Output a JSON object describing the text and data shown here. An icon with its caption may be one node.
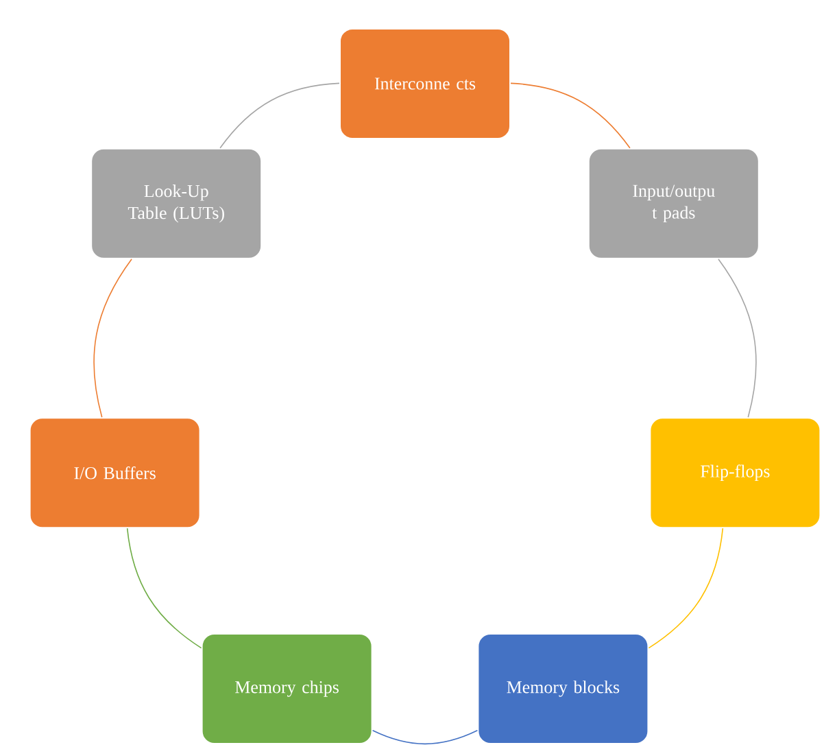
{
  "diagram": {
    "nodes": [
      {
        "text": [
          "Interconne cts"
        ]
      },
      {
        "text": [
          "Input/outpu t pads"
        ]
      },
      {
        "text": [
          "Flip-flops"
        ]
      },
      {
        "text": [
          "Memory blocks"
        ]
      },
      {
        "text": [
          "Memory chips"
        ]
      },
      {
        "text": [
          "I/O Buffers"
        ]
      },
      {
        "text": [
          "Look-Up Table (LUTs)"
        ]
      }
    ],
    "edges": [
      {
        "from": 0,
        "to": 1,
        "arrow": "none",
        "color": "#ed7d31"
      },
      {
        "from": 1,
        "to": 2,
        "arrow": "none",
        "color": "#a5a5a5"
      },
      {
        "from": 2,
        "to": 3,
        "arrow": "none",
        "color": "#ffc000"
      },
      {
        "from": 3,
        "to": 4,
        "arrow": "none",
        "color": "#4472c4"
      },
      {
        "from": 4,
        "to": 5,
        "arrow": "none",
        "color": "#70ad47"
      },
      {
        "from": 5,
        "to": 6,
        "arrow": "none",
        "color": "#ed7d31"
      },
      {
        "from": 6,
        "to": 0,
        "arrow": "none",
        "color": "#a5a5a5"
      }
    ]
  }
}
